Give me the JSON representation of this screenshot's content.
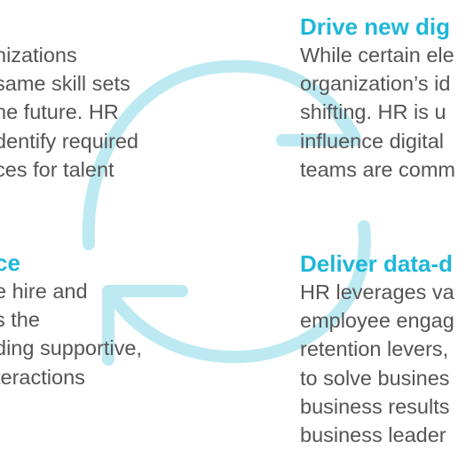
{
  "arrow_color": "#bdeaf2",
  "heading_color": "#1fb7d8",
  "text_color": "#545454",
  "blocks": {
    "top_left": {
      "heading": "",
      "lines": [
        "nizations",
        "same skill sets",
        "he future. HR",
        "dentify required",
        "ces for talent"
      ]
    },
    "top_right": {
      "heading": "Drive new dig",
      "lines": [
        "While certain ele",
        "organization’s id",
        "shifting. HR is u",
        "influence digital",
        "teams are comm"
      ]
    },
    "bottom_left": {
      "heading": "ce",
      "lines": [
        "e hire and",
        "s the",
        "ding supportive,",
        "teractions"
      ]
    },
    "bottom_right": {
      "heading": "Deliver data-d",
      "lines": [
        "HR leverages va",
        "employee engag",
        "retention levers,",
        "to solve busines",
        "business results",
        "business leader"
      ]
    }
  }
}
